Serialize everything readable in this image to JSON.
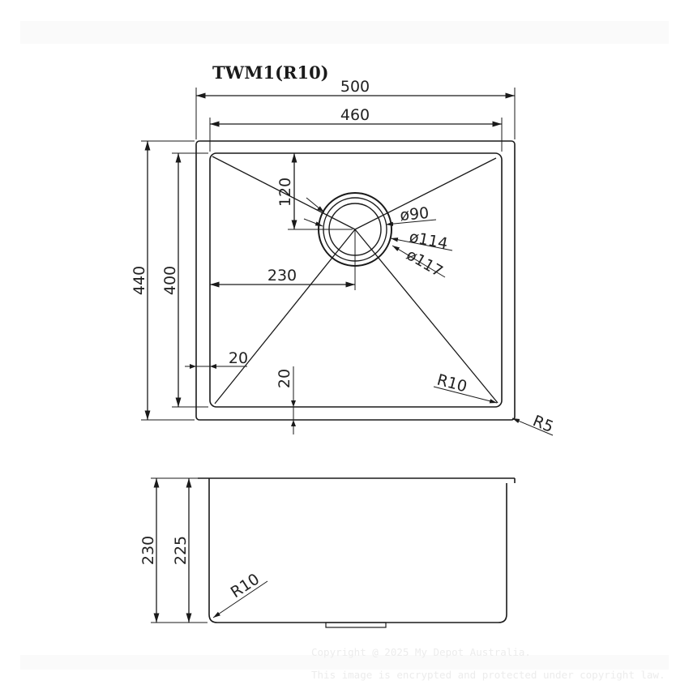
{
  "title": "TWM1(R10)",
  "dimensions": {
    "overall_width": "500",
    "bowl_width": "460",
    "overall_depth": "440",
    "bowl_depth": "400",
    "drain_offset_top": "120",
    "drain_offset_side": "230",
    "edge_side": "20",
    "edge_bottom": "20",
    "corner_radius_bowl": "R10",
    "corner_radius_outer": "R5",
    "drain_dia_1": "ø90",
    "drain_dia_2": "ø114",
    "drain_dia_3": "ø117",
    "side_height_total": "230",
    "side_height_bowl": "225",
    "side_radius": "R10"
  },
  "watermark": {
    "line1": "Copyright @ 2025 My Depot Australia.",
    "line2": "This image is encrypted and protected under copyright law."
  },
  "colors": {
    "line": "#1a1a1a",
    "background": "#ffffff"
  }
}
